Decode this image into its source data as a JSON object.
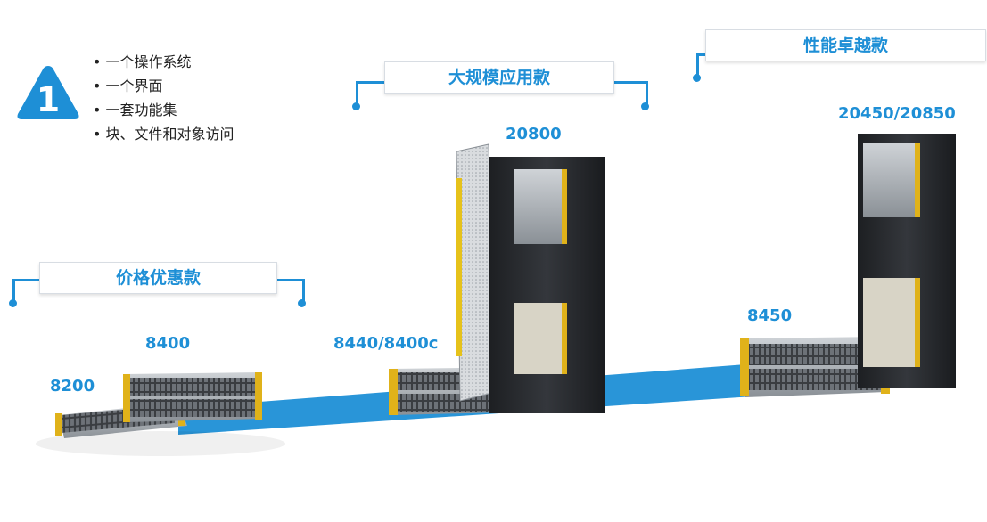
{
  "badge": {
    "number": "1",
    "color": "#1e8fd6"
  },
  "features": [
    "一个操作系统",
    "一个界面",
    "一套功能集",
    "块、文件和对象访问"
  ],
  "tiers": {
    "value": "价格优惠款",
    "scale": "大规模应用款",
    "performance": "性能卓越款"
  },
  "models": {
    "m8200": "8200",
    "m8400": "8400",
    "m8440": "8440/8400c",
    "m20800": "20800",
    "m8450": "8450",
    "m20450": "20450/20850"
  },
  "colors": {
    "accent": "#1e8fd6",
    "drive_trim": "#e0b21a",
    "rack": "#2c2f33"
  }
}
